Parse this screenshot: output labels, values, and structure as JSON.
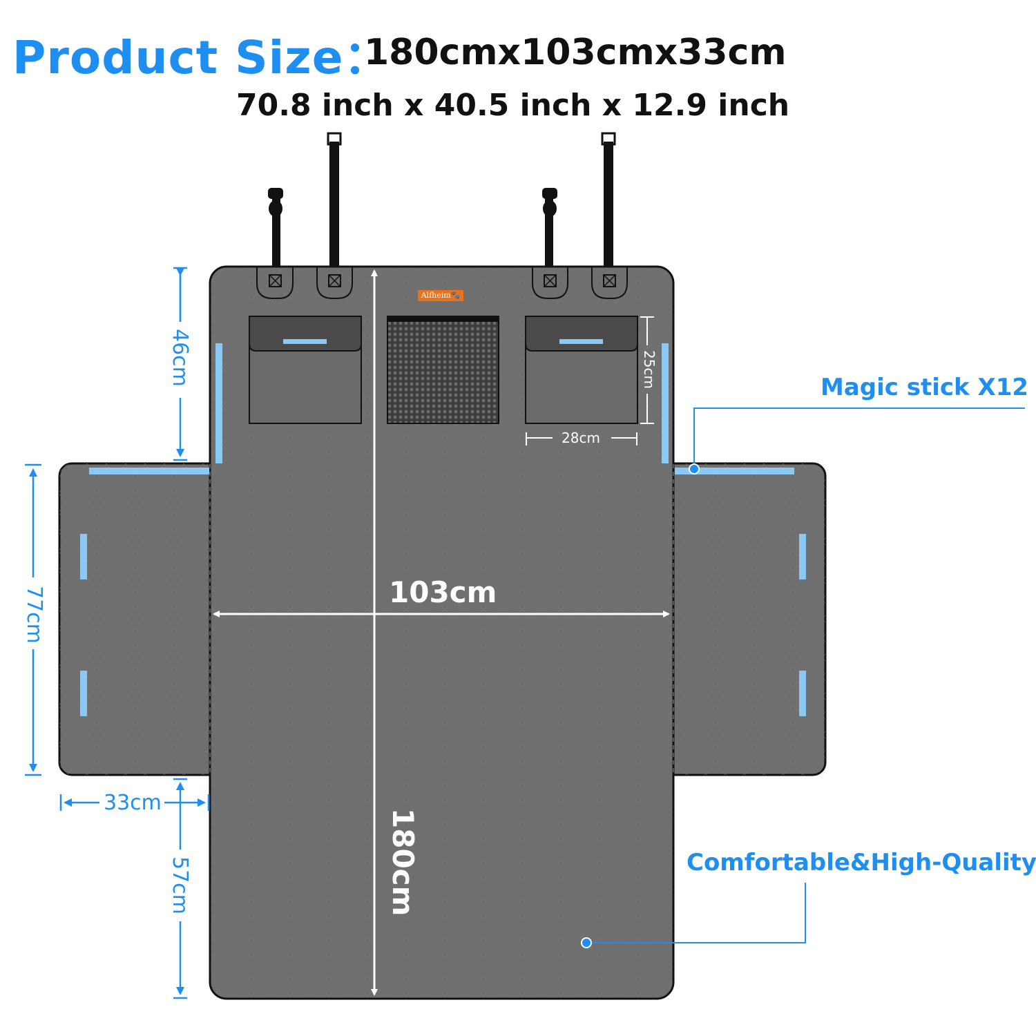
{
  "title": {
    "label": "Product Size：",
    "value": "180cmx103cmx33cm",
    "inch": "70.8 inch x 40.5 inch x 12.9 inch"
  },
  "brand": "Alfheim🐾",
  "callouts": {
    "magic_stick": "Magic stick X12",
    "quality": "Comfortable&High-Quality"
  },
  "dimensions": {
    "width": "103cm",
    "length": "180cm",
    "pocket_width": "28cm",
    "pocket_height": "25cm",
    "top_section": "46cm",
    "flap_height": "77cm",
    "flap_width": "33cm",
    "bottom_section": "57cm"
  },
  "colors": {
    "accent_blue": "#1e8ff0",
    "stick_blue": "#8cc8f4",
    "mat_gray": "#6f6f6f",
    "brand_orange": "#e8731c"
  }
}
